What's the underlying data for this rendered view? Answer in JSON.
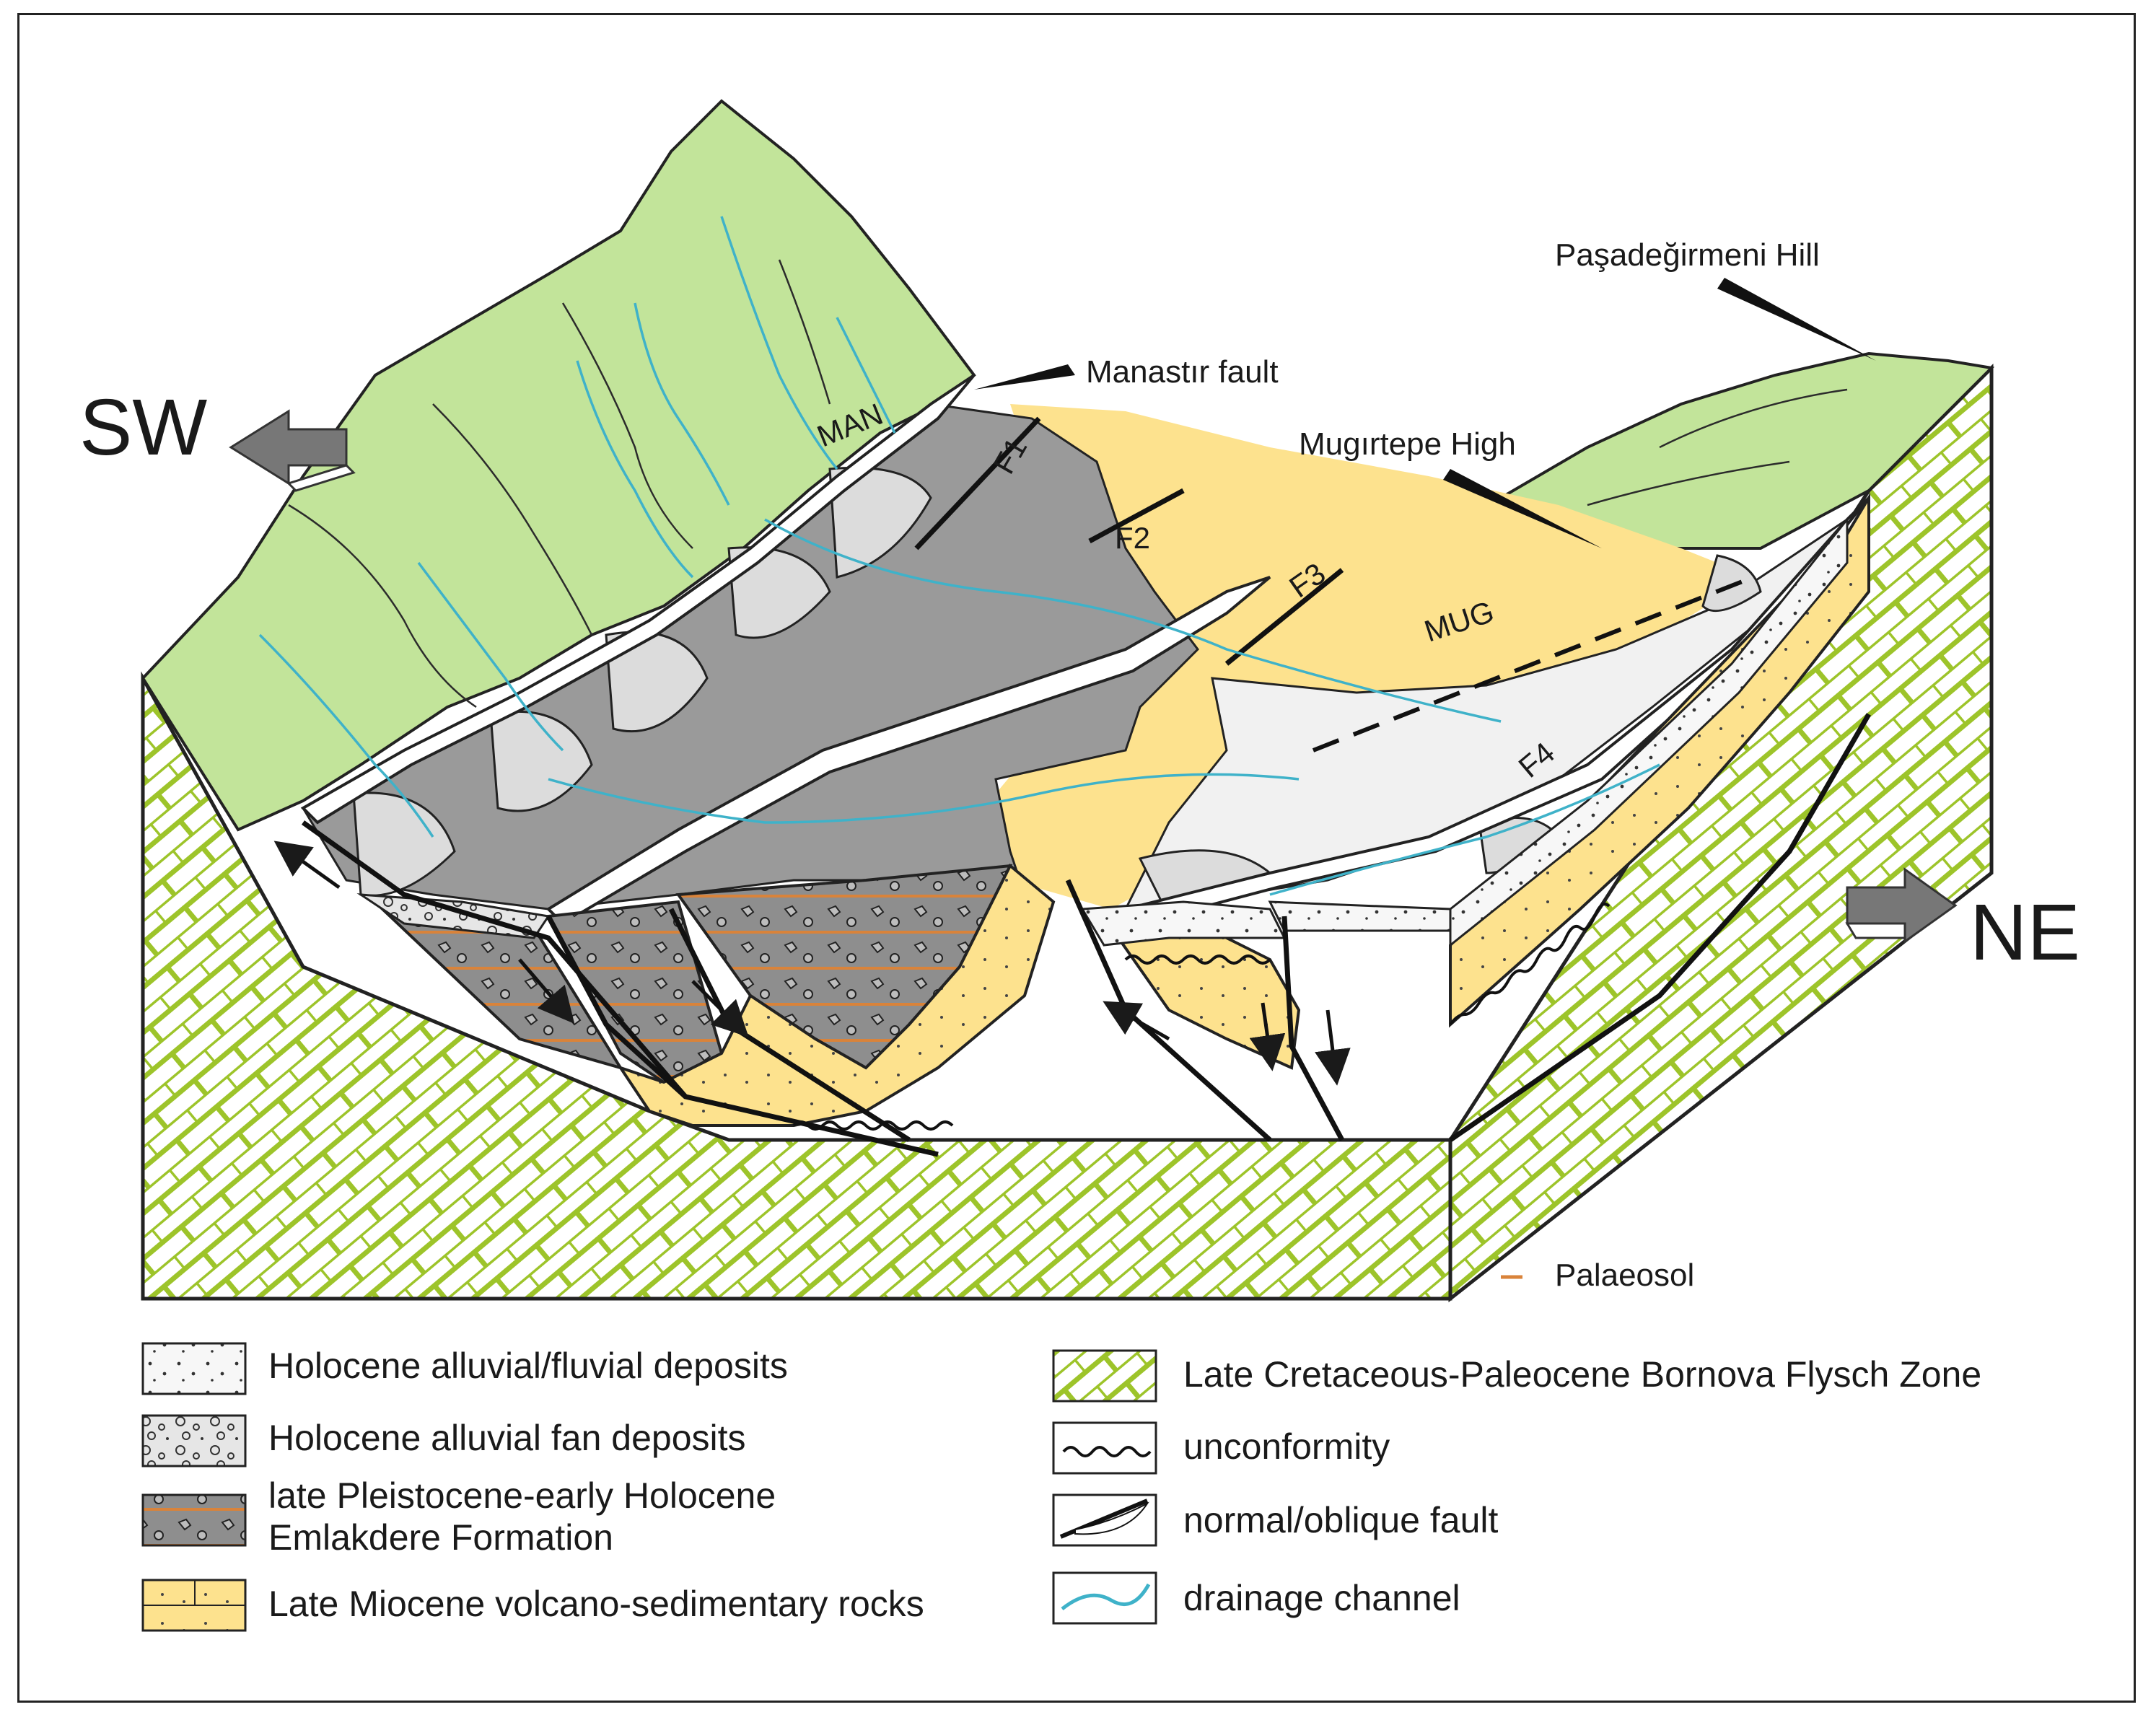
{
  "directions": {
    "sw": "SW",
    "ne": "NE"
  },
  "features": {
    "manastir_fault": "Manastır fault",
    "pasadegirmeni_hill": "Paşadeğirmeni Hill",
    "mugirtepe_high": "Mugırtepe High",
    "man": "MAN",
    "mug": "MUG",
    "f1": "F1",
    "f2": "F2",
    "f3": "F3",
    "f4": "F4",
    "palaeosol": "Palaeosol"
  },
  "legend": {
    "holocene_fluvial": "Holocene alluvial/fluvial deposits",
    "holocene_fan": "Holocene alluvial fan deposits",
    "emlakdere_line1": "late Pleistocene-early Holocene",
    "emlakdere_line2": "Emlakdere Formation",
    "late_miocene": "Late Miocene volcano-sedimentary rocks",
    "bornova": "Late Cretaceous-Paleocene  Bornova Flysch Zone",
    "unconformity": "unconformity",
    "fault": "normal/oblique fault",
    "drainage": "drainage channel"
  },
  "colors": {
    "green_topo": "#c2e49a",
    "flysch_green": "#9dc42a",
    "miocene_yellow": "#fde28e",
    "emlakdere_gray": "#9a9a9a",
    "fan_light": "#dedede",
    "drainage_blue": "#3fb2c9",
    "palaeosol_orange": "#d9833a"
  }
}
